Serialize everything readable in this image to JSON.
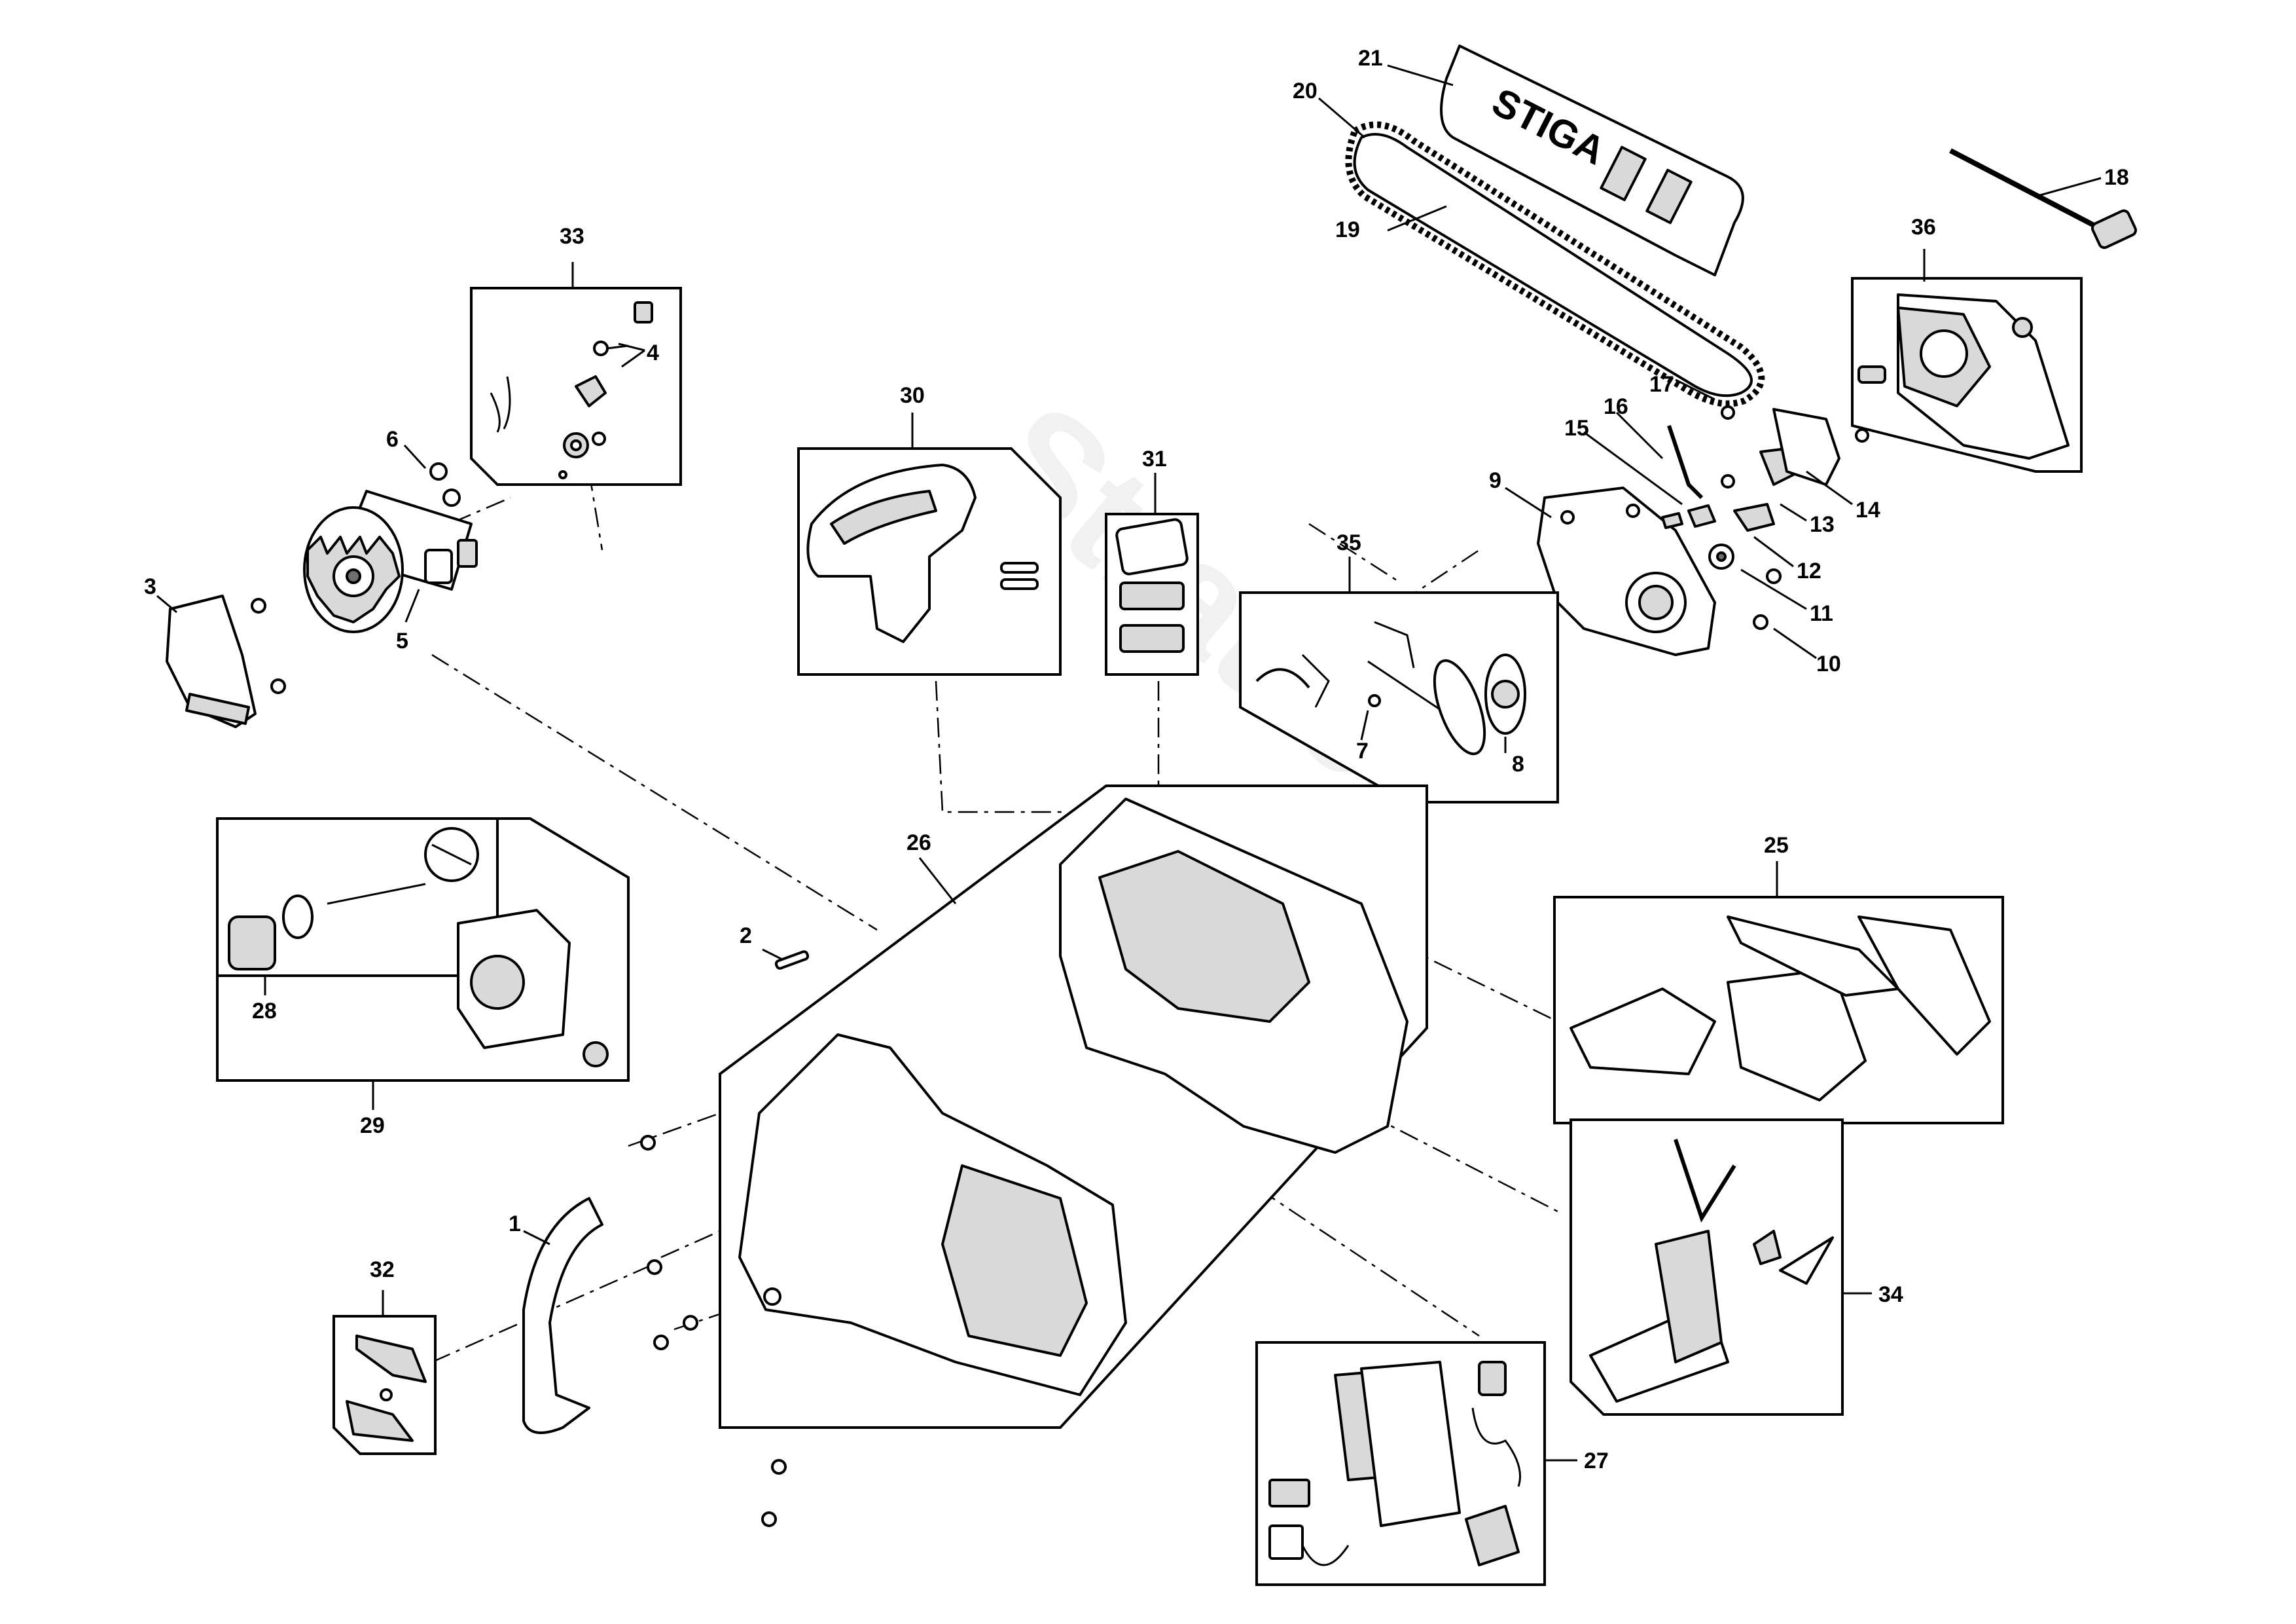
{
  "brand_mark": "STIGA",
  "watermark": "Stratrek",
  "labels": {
    "l1": "1",
    "l2": "2",
    "l3": "3",
    "l4": "4",
    "l5": "5",
    "l6": "6",
    "l7": "7",
    "l8": "8",
    "l9": "9",
    "l10": "10",
    "l11": "11",
    "l12": "12",
    "l13": "13",
    "l14": "14",
    "l15": "15",
    "l16": "16",
    "l17": "17",
    "l18": "18",
    "l19": "19",
    "l20": "20",
    "l21": "21",
    "l25": "25",
    "l26": "26",
    "l27": "27",
    "l28": "28",
    "l29": "29",
    "l30": "30",
    "l31": "31",
    "l32": "32",
    "l33": "33",
    "l34": "34",
    "l35": "35",
    "l36": "36"
  }
}
